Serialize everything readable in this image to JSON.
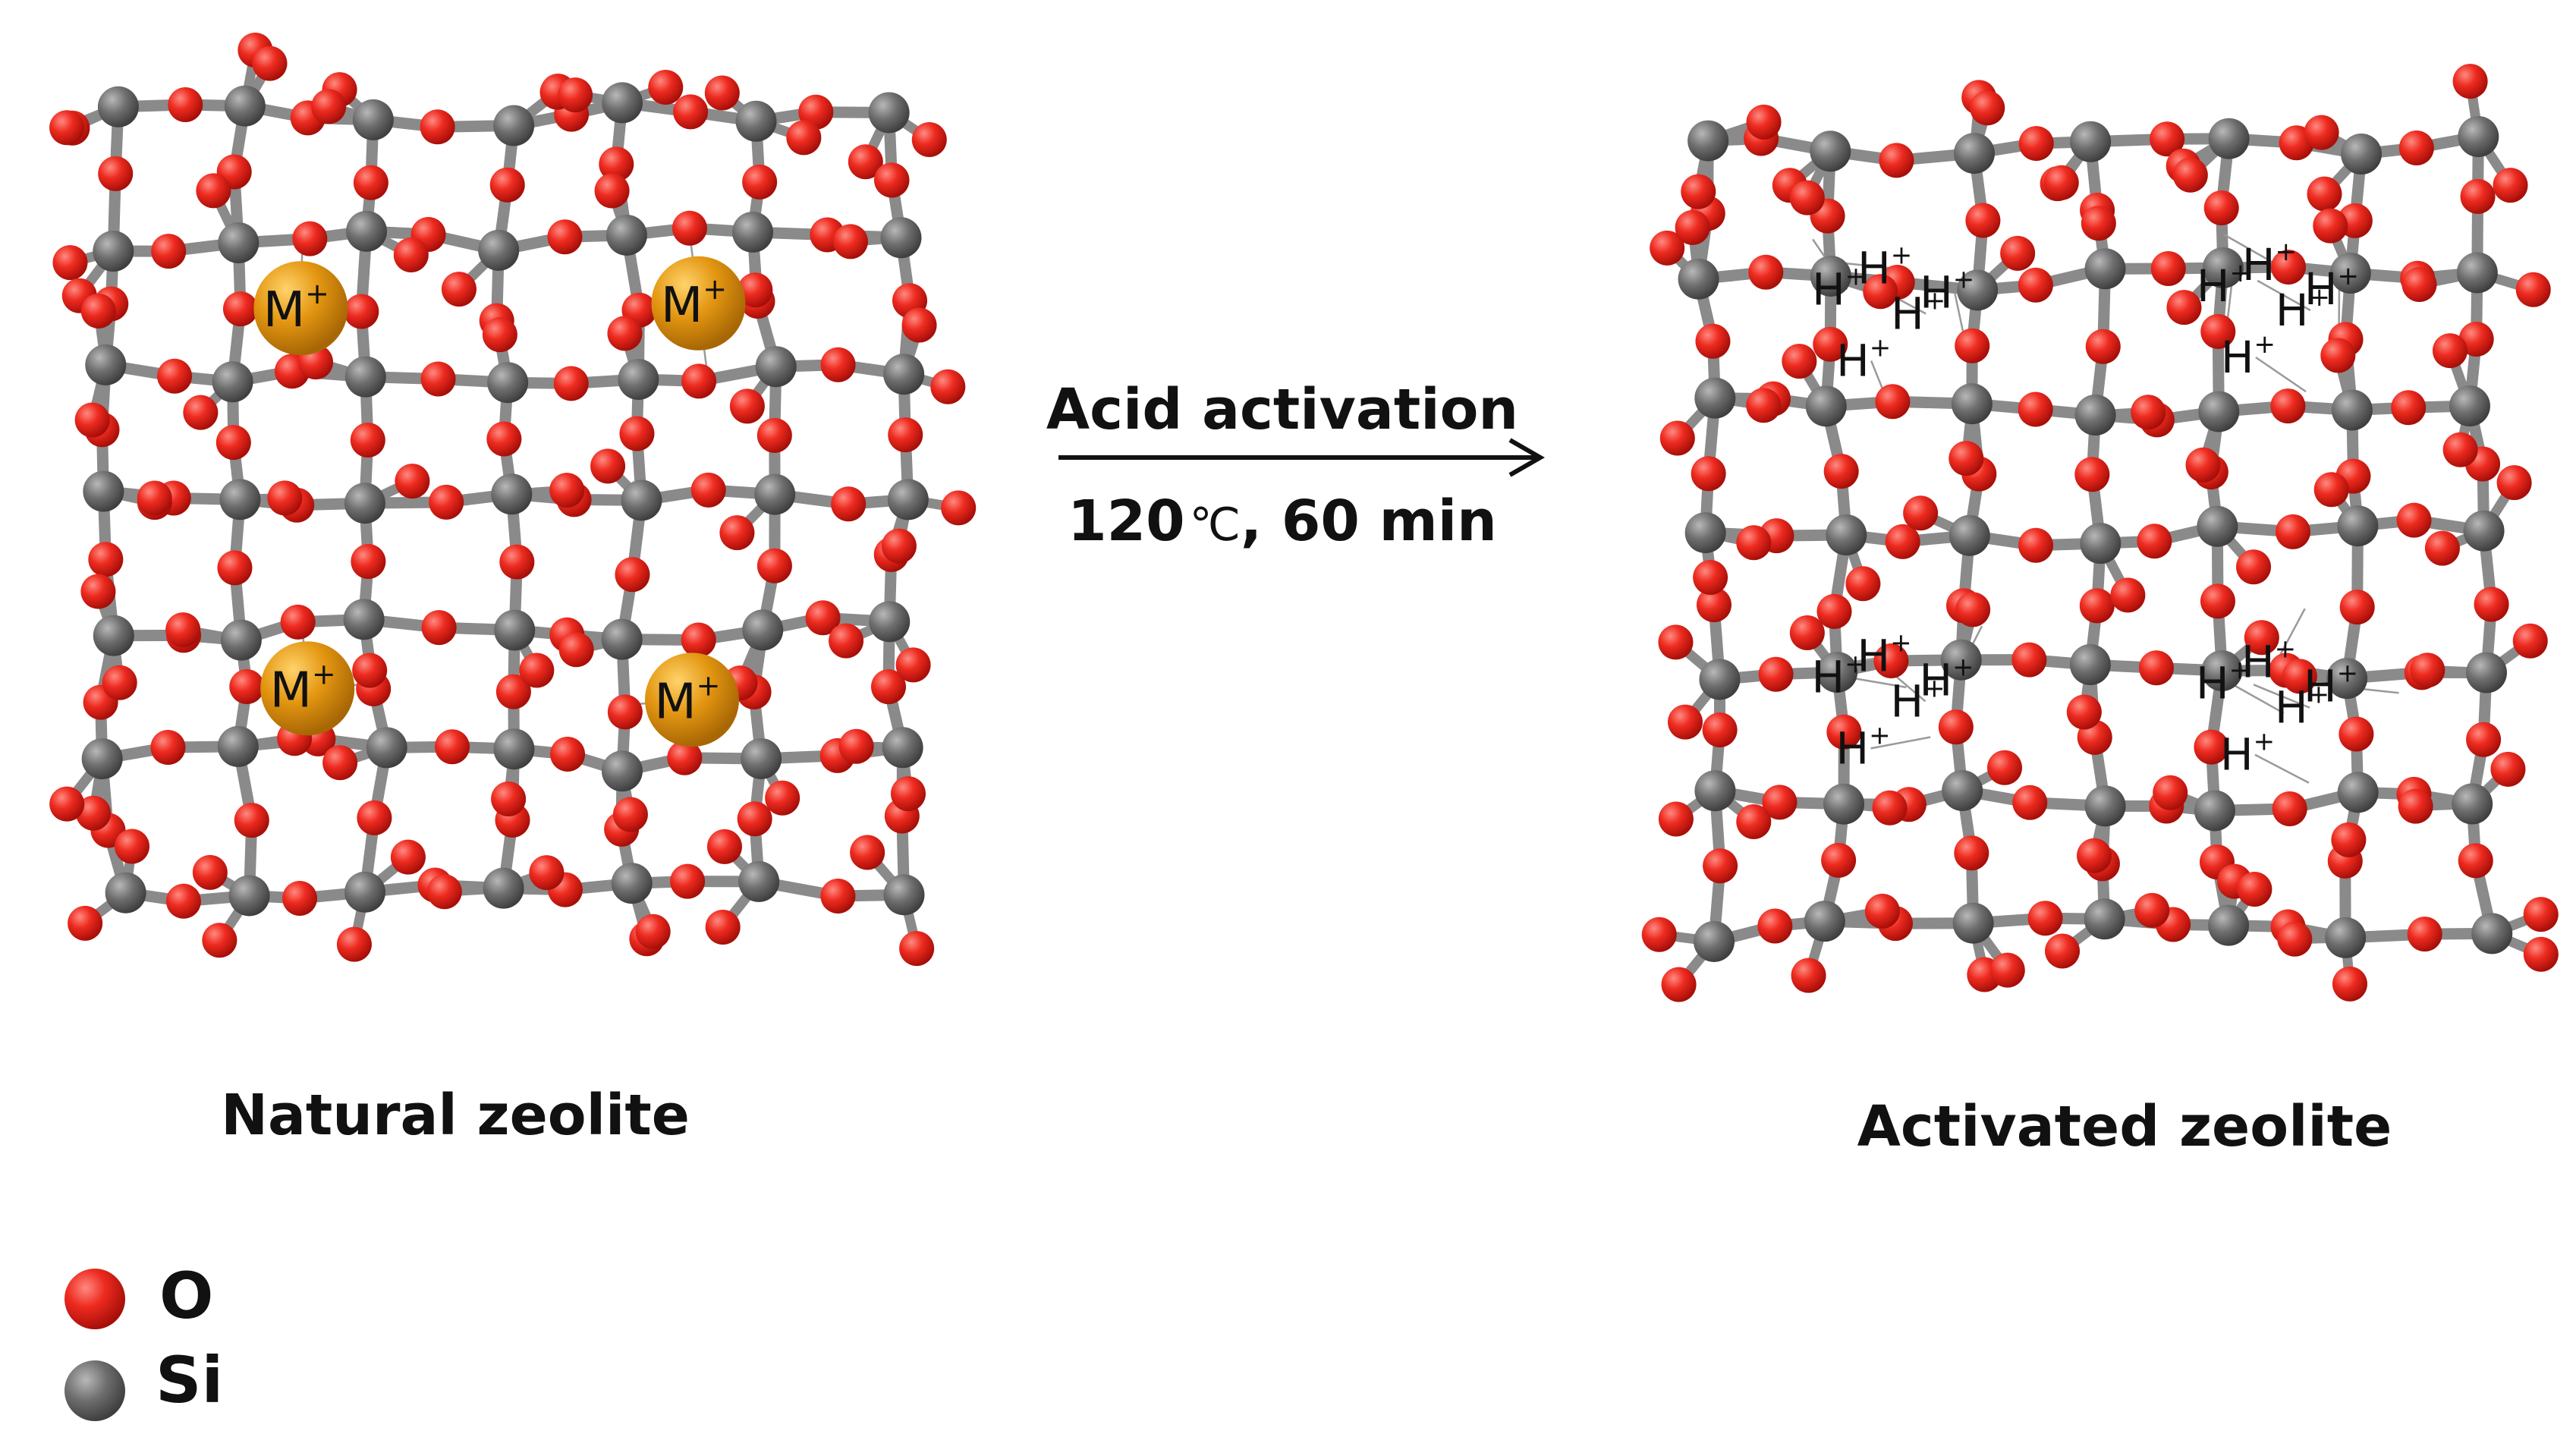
{
  "diagram": {
    "arrow": {
      "top_text": "Acid activation",
      "bottom_number": "120",
      "bottom_unit": "℃",
      "bottom_rest": ", 60 min"
    },
    "left_caption": "Natural zeolite",
    "right_caption": "Activated zeolite",
    "cation_label": "M",
    "cation_charge": "+",
    "proton_label": "H",
    "proton_charge": "+",
    "legend": [
      {
        "symbol": "O",
        "color": "#e8261e"
      },
      {
        "symbol": "Si",
        "color": "#6b6b6b"
      }
    ],
    "colors": {
      "oxygen": "#e8261e",
      "silicon": "#6b6b6b",
      "cation": "#e09410",
      "bond": "#8a8a8a"
    }
  }
}
